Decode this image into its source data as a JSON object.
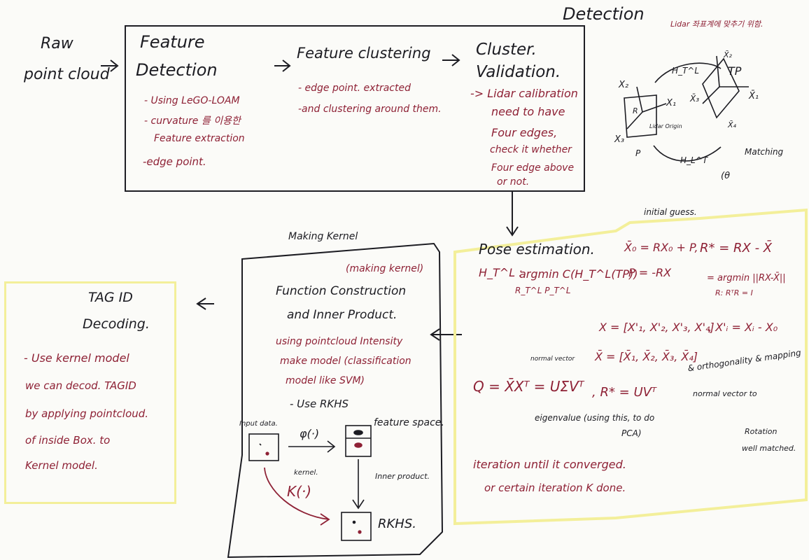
{
  "header": {
    "detection_title": "Detection",
    "korean_note": "Lidar 좌표계에 맞추기 위함."
  },
  "pipeline": {
    "raw_line1": "Raw",
    "raw_line2": "point cloud",
    "feature_title_line1": "Feature",
    "feature_title_line2": "Detection",
    "feature_notes": [
      "- Using LeGO-LOAM",
      "- curvature 를 이용한",
      "Feature extraction",
      "-edge point."
    ],
    "clustering_title": "Feature clustering",
    "clustering_notes": [
      "- edge point. extracted",
      "-and clustering around them."
    ],
    "validation_title_line1": "Cluster.",
    "validation_title_line2": "Validation.",
    "validation_notes": [
      "-> Lidar calibration",
      "need to have",
      "Four edges,",
      "check it whether",
      "Four edge above",
      "or not."
    ]
  },
  "transform_sketch": {
    "labels": [
      "X₂",
      "X₁",
      "X₃",
      "R",
      "Lidar Origin",
      "P",
      "H_T^L",
      "H_L^T",
      "X̄₂",
      "X̄₃",
      "X̄₁",
      "X̄₄",
      "TP",
      "Matching",
      "(θ"
    ]
  },
  "pose": {
    "title": "Pose estimation.",
    "initial_guess": "initial guess.",
    "argmin_lhs": "H_T^L :",
    "argmin_expr": "argmin C(H_T^L(TP))",
    "argmin_sub": "R_T^L P_T^L",
    "x0_expr": "X̄₀ = RX₀ + P,",
    "p_expr": "P = -RX",
    "rstar_expr": "R* = RX - X̄",
    "rstar_argmin": "= argmin ||RX-X̄||",
    "rstar_sub": "R: RᵀR = I",
    "x_def": "X = [X'₁, X'₂, X'₃, X'₄]",
    "x_prime": ", X'ᵢ = Xᵢ - X₀",
    "xbar_def": "X̄ = [X̄₁, X̄₂, X̄₃, X̄₄]",
    "q_expr": "Q = X̄Xᵀ = UΣVᵀ",
    "r_svd": ", R* = UVᵀ",
    "normal_vector_note": "normal vector",
    "ortho_note": "& orthogonality & mapping",
    "normal_to_note": "normal vector to",
    "rotation_note": "Rotation",
    "well_matched_note": "well matched.",
    "eigen_note": "eigenvalue (using this, to do",
    "pca_note": "PCA)",
    "iteration_line1": "iteration until it converged.",
    "iteration_line2": "or certain iteration K done."
  },
  "kernel": {
    "making_kernel_label": "Making Kernel",
    "making_kernel_paren": "(making kernel)",
    "title_line1": "Function Construction",
    "title_line2": "and Inner Product.",
    "notes": [
      "using pointcloud Intensity",
      "make model (classification",
      "model like SVM)"
    ],
    "use_rkhs": "- Use RKHS",
    "input_label": "Input data.",
    "phi_label": "φ(·)",
    "feature_space_label": "feature space.",
    "kernel_label": "kernel.",
    "k_label": "K(·)",
    "inner_product_label": "Inner product.",
    "rkhs_label": "RKHS."
  },
  "tag": {
    "title_line1": "TAG ID",
    "title_line2": "Decoding.",
    "notes": [
      "- Use kernel model",
      "we can decod. TAGID",
      "by applying pointcloud.",
      "of inside Box. to",
      "Kernel model."
    ]
  },
  "colors": {
    "ink": "#1c1c22",
    "red_ink": "#8e2135",
    "highlighter": "#f3ef9a",
    "paper": "#fbfbf8"
  }
}
